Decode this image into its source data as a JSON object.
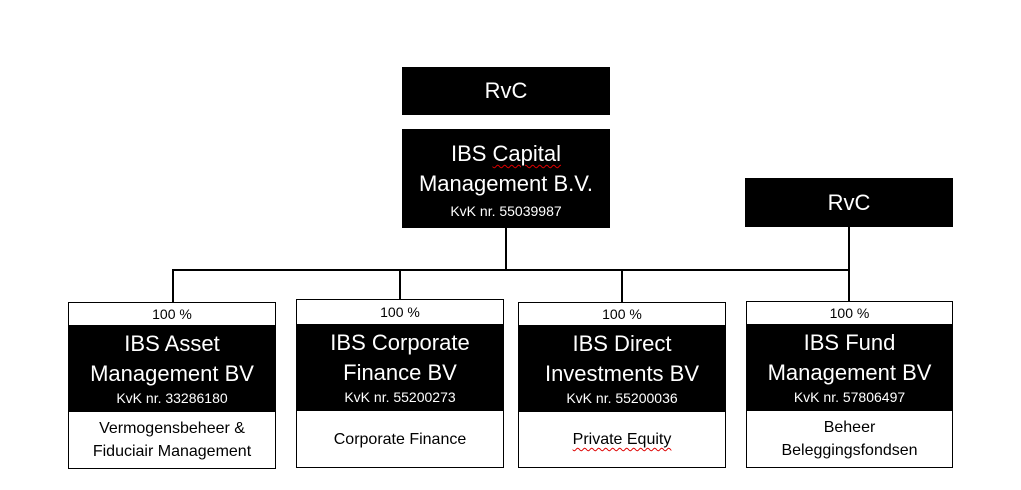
{
  "top_rvc": {
    "label": "RvC"
  },
  "parent": {
    "title_line1": "IBS",
    "title_line1_b": "Capital",
    "title_line2": "Management B.V.",
    "kvk": "KvK nr. 55039987"
  },
  "side_rvc": {
    "label": "RvC"
  },
  "subsidiaries": [
    {
      "pct": "100 %",
      "title_line1": "IBS Asset",
      "title_line2": "Management BV",
      "kvk": "KvK nr. 33286180",
      "desc_line1": "Vermogensbeheer &",
      "desc_line2": "Fiduciair Management"
    },
    {
      "pct": "100 %",
      "title_line1": "IBS Corporate",
      "title_line2": "Finance BV",
      "kvk": "KvK nr. 55200273",
      "desc_line1": "Corporate Finance",
      "desc_line2": ""
    },
    {
      "pct": "100 %",
      "title_line1": "IBS Direct",
      "title_line2": "Investments BV",
      "kvk": "KvK nr. 55200036",
      "desc_line1": "Private Equity",
      "desc_line2": ""
    },
    {
      "pct": "100 %",
      "title_line1": "IBS Fund",
      "title_line2": "Management BV",
      "kvk": "KvK nr. 57806497",
      "desc_line1": "Beheer",
      "desc_line2": "Beleggingsfondsen"
    }
  ]
}
